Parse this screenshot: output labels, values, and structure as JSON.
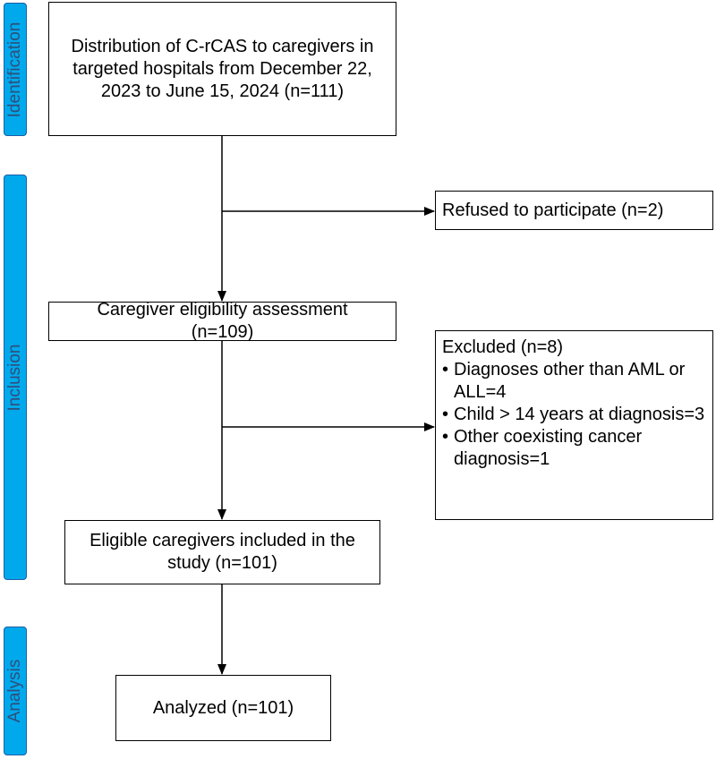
{
  "phases": {
    "identification": "Identification",
    "inclusion": "Inclusion",
    "analysis": "Analysis"
  },
  "boxes": {
    "distribution": "Distribution of C-rCAS to caregivers in targeted hospitals from December 22, 2023 to June 15, 2024 (n=111)",
    "refused": "Refused to participate (n=2)",
    "eligibility": "Caregiver eligibility assessment (n=109)",
    "eligible": "Eligible caregivers included in the study (n=101)",
    "analyzed": "Analyzed (n=101)"
  },
  "excluded": {
    "title": "Excluded (n=8)",
    "items": [
      "Diagnoses other than AML or ALL=4",
      "Child > 14 years at diagnosis=3",
      "Other coexisting cancer diagnosis=1"
    ]
  },
  "colors": {
    "phase_fill": "#00a9ec",
    "phase_border": "#1a5fa8",
    "phase_text": "#2f4f7a"
  }
}
